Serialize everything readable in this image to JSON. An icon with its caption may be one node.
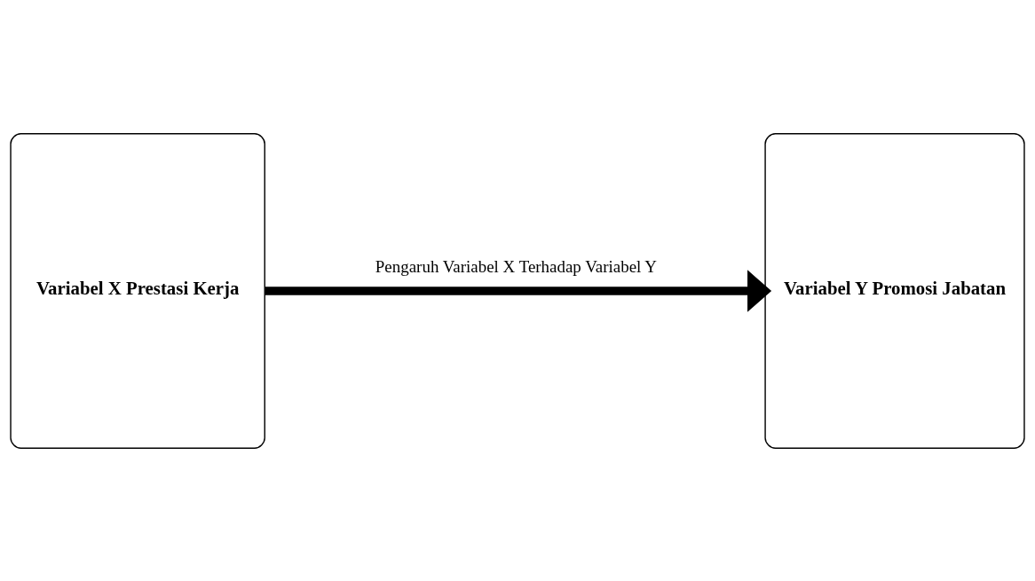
{
  "diagram": {
    "nodes": [
      {
        "text": [
          "Variabel X Prestasi Kerja"
        ]
      },
      {
        "text": [
          "Variabel Y Promosi Jabatan"
        ]
      }
    ],
    "edges": [
      {
        "from": 0,
        "to": 1,
        "arrow": "to",
        "label": "Pengaruh Variabel X Terhadap Variabel Y"
      }
    ]
  }
}
